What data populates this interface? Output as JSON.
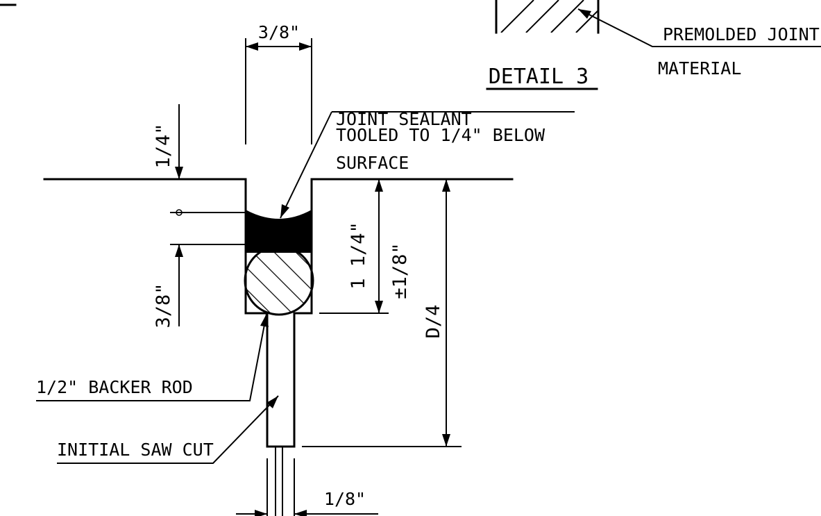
{
  "detail_title": "DETAIL 3",
  "dimensions": {
    "joint_width": "3/8\"",
    "recess_depth": "1/4\"",
    "sealant_depth": "3/8\"",
    "reservoir_depth": "1 1/4\"",
    "tolerance": "±1/8\"",
    "saw_cut_depth": "D/4",
    "saw_cut_width": "1/8\""
  },
  "callouts": {
    "sealant_line1": "JOINT SEALANT",
    "sealant_line2": "TOOLED TO 1/4\" BELOW",
    "sealant_line3": "SURFACE",
    "backer_rod": "1/2\" BACKER ROD",
    "saw_cut": "INITIAL SAW CUT",
    "premolded_line1": "PREMOLDED JOINT",
    "premolded_line2": "MATERIAL"
  },
  "colors": {
    "ink": "#000000",
    "paper": "#ffffff"
  }
}
